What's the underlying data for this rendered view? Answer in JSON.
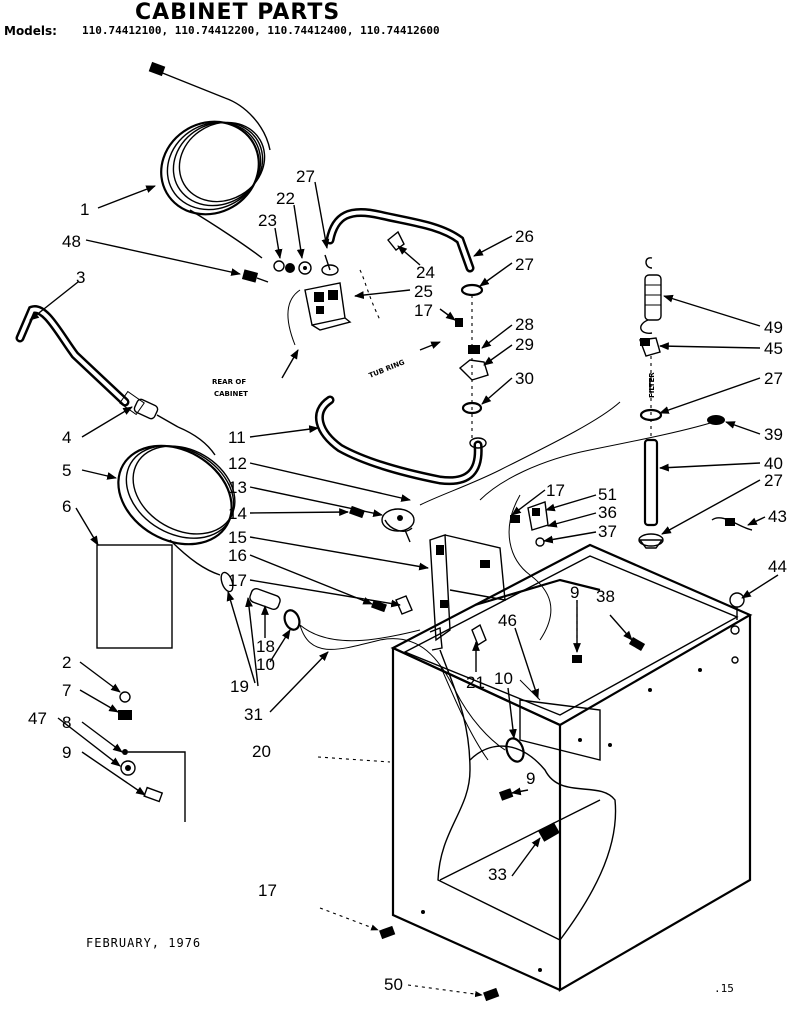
{
  "header": {
    "title": "CABINET PARTS",
    "models_label": "Models:",
    "models": "110.74412100, 110.74412200, 110.74412400, 110.74412600"
  },
  "notes": {
    "rear_of_cabinet_1": "REAR OF",
    "rear_of_cabinet_2": "CABINET",
    "tub_ring": "TUB RING",
    "filter": "FILTER"
  },
  "callouts": [
    "1",
    "3",
    "4",
    "5",
    "6",
    "2",
    "7",
    "47",
    "8",
    "9",
    "48",
    "23",
    "22",
    "27",
    "24",
    "25",
    "26",
    "27",
    "17",
    "28",
    "29",
    "30",
    "11",
    "12",
    "13",
    "14",
    "15",
    "16",
    "17",
    "18",
    "10",
    "19",
    "31",
    "20",
    "17",
    "50",
    "21",
    "10",
    "9",
    "46",
    "33",
    "9",
    "38",
    "17",
    "51",
    "36",
    "37",
    "49",
    "45",
    "27",
    "39",
    "40",
    "27",
    "43",
    "44"
  ],
  "footer": {
    "date": "FEBRUARY, 1976",
    "page_mark": ".15"
  }
}
